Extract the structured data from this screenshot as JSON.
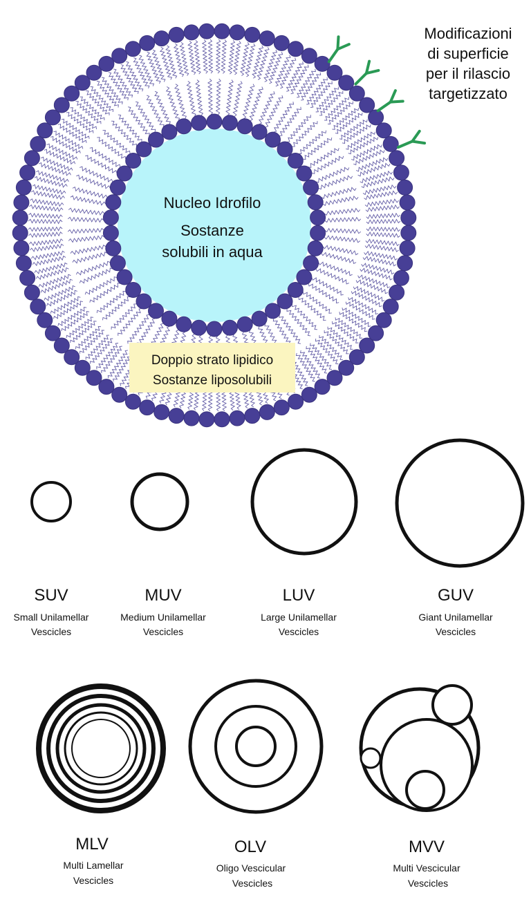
{
  "colors": {
    "head": "#473f96",
    "head_stroke": "#3a337f",
    "tail": "#3c3590",
    "core": "#b8f4fa",
    "highlight": "#fbf5c0",
    "antibody": "#2a9a55",
    "ink": "#111111"
  },
  "liposome": {
    "callouts": {
      "surface": [
        "Modificazioni",
        "di superficie",
        "per il rilascio",
        "targetizzato"
      ],
      "core": [
        "Nucleo Idrofilo",
        "Sostanze",
        "solubili in aqua"
      ],
      "bilayer": [
        "Doppio strato lipidico",
        "Sostanze liposolubili"
      ]
    }
  },
  "vesicles": [
    {
      "abbr": "SUV",
      "name": [
        "Small Unilamellar",
        "Vescicles"
      ]
    },
    {
      "abbr": "MUV",
      "name": [
        "Medium Unilamellar",
        "Vescicles"
      ]
    },
    {
      "abbr": "LUV",
      "name": [
        "Large Unilamellar",
        "Vescicles"
      ]
    },
    {
      "abbr": "GUV",
      "name": [
        "Giant Unilamellar",
        "Vescicles"
      ]
    },
    {
      "abbr": "MLV",
      "name": [
        "Multi Lamellar",
        "Vescicles"
      ]
    },
    {
      "abbr": "OLV",
      "name": [
        "Oligo Vescicular",
        "Vescicles"
      ]
    },
    {
      "abbr": "MVV",
      "name": [
        "Multi Vescicular",
        "Vescicles"
      ]
    }
  ]
}
